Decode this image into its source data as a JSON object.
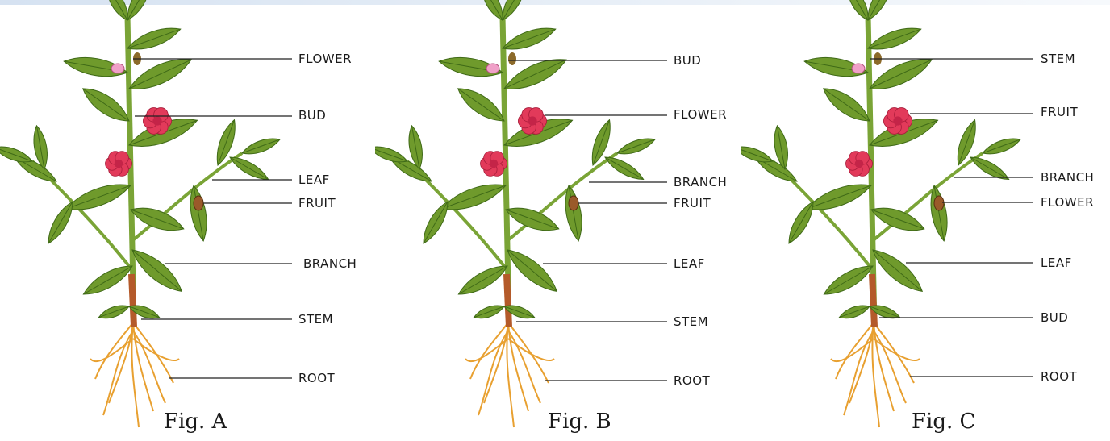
{
  "colors": {
    "leaf": "#6f9a2c",
    "leaf_dark": "#3f6a17",
    "stem": "#7aa436",
    "flower": "#e23a5a",
    "root": "#e8a030",
    "leader_line": "#222222"
  },
  "figures": [
    {
      "caption": "Fig. A",
      "labels": [
        "FLOWER",
        "BUD",
        "LEAF",
        "FRUIT",
        "BRANCH",
        "STEM",
        "ROOT"
      ]
    },
    {
      "caption": "Fig. B",
      "labels": [
        "BUD",
        "FLOWER",
        "BRANCH",
        "FRUIT",
        "LEAF",
        "STEM",
        "ROOT"
      ]
    },
    {
      "caption": "Fig. C",
      "labels": [
        "STEM",
        "FRUIT",
        "BRANCH",
        "FLOWER",
        "LEAF",
        "BUD",
        "ROOT"
      ]
    }
  ]
}
